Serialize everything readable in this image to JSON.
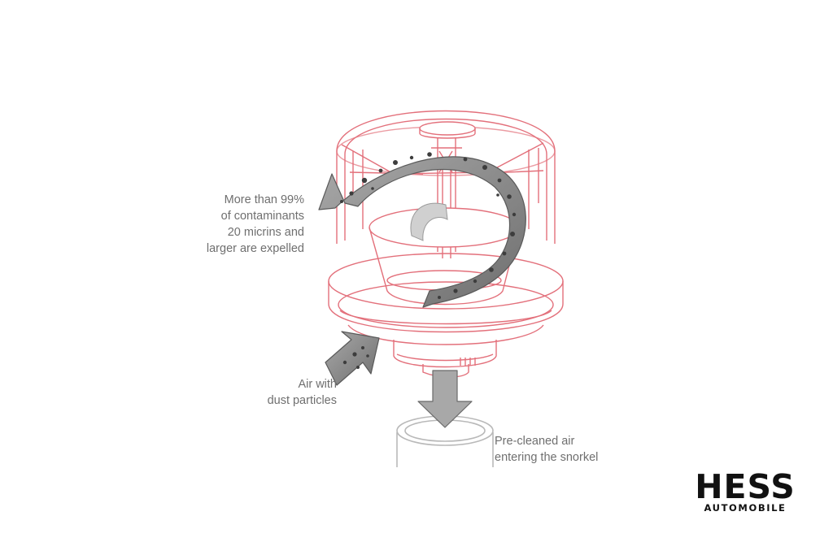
{
  "diagram": {
    "labels": {
      "expelled": [
        "More than 99%",
        "of contaminants",
        "20 micrins and",
        "larger are expelled"
      ],
      "dust": [
        "Air with",
        "dust particles"
      ],
      "precleaned": [
        "Pre-cleaned air",
        "entering the snorkel"
      ]
    },
    "colors": {
      "outline": "#e3707b",
      "arrow_fill": "#8f8f8f",
      "arrow_dark": "#444444",
      "snorkel": "#b9b9b9",
      "label_text": "#6f6f6f"
    }
  },
  "logo": {
    "word": "HESS",
    "sub": "AUTOMOBILE"
  }
}
